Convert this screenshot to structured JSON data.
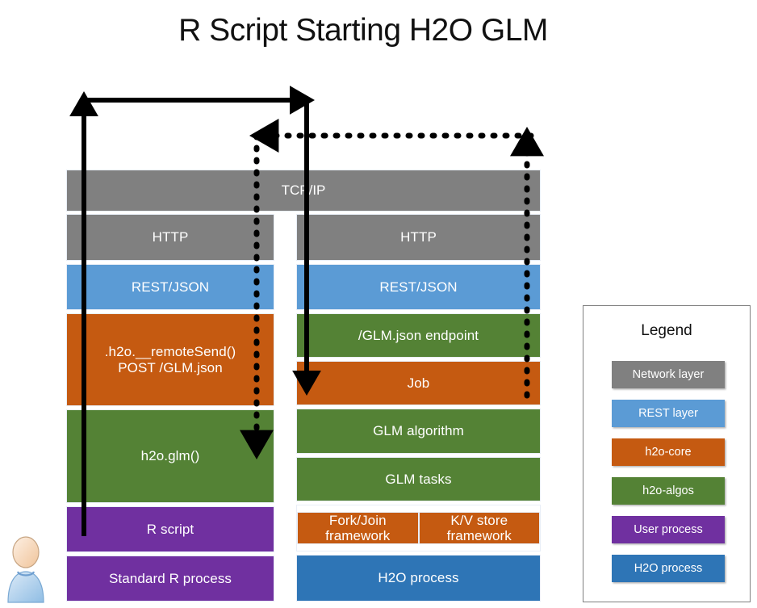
{
  "title": "R Script Starting H2O GLM",
  "colors": {
    "network_layer": "#808080",
    "rest_layer": "#5B9BD5",
    "h2o_core": "#C55A11",
    "h2o_algos": "#548235",
    "user_process": "#7030A0",
    "h2o_process": "#2E75B6",
    "arrow": "#000000",
    "band_border": "#E8EEF7",
    "legend_border": "#808080",
    "background": "#FFFFFF",
    "title_text": "#111111",
    "band_text": "#FFFFFF"
  },
  "shared_bar": {
    "label": "TCP/IP",
    "color_key": "network_layer"
  },
  "left_stack": {
    "name": "Standard R process stack",
    "bands": [
      {
        "label": "HTTP",
        "color_key": "network_layer"
      },
      {
        "label": "REST/JSON",
        "color_key": "rest_layer"
      },
      {
        "label": ".h2o.__remoteSend()\nPOST /GLM.json",
        "color_key": "h2o_core"
      },
      {
        "label": "h2o.glm()",
        "color_key": "h2o_algos"
      },
      {
        "label": "R script",
        "color_key": "user_process"
      },
      {
        "label": "Standard R process",
        "color_key": "user_process"
      }
    ]
  },
  "right_stack": {
    "name": "H2O process stack",
    "bands": [
      {
        "label": "HTTP",
        "color_key": "network_layer"
      },
      {
        "label": "REST/JSON",
        "color_key": "rest_layer"
      },
      {
        "label": "/GLM.json endpoint",
        "color_key": "h2o_algos"
      },
      {
        "label": "Job",
        "color_key": "h2o_core"
      },
      {
        "label": "GLM algorithm",
        "color_key": "h2o_algos"
      },
      {
        "label": "GLM tasks",
        "color_key": "h2o_algos"
      },
      {
        "label": "Fork/Join\nframework",
        "label2": "K/V store\nframework",
        "color_key": "h2o_core",
        "split": true
      },
      {
        "label": "H2O process",
        "color_key": "h2o_process"
      }
    ]
  },
  "legend": {
    "title": "Legend",
    "items": [
      {
        "label": "Network layer",
        "color_key": "network_layer"
      },
      {
        "label": "REST layer",
        "color_key": "rest_layer"
      },
      {
        "label": "h2o-core",
        "color_key": "h2o_core"
      },
      {
        "label": "h2o-algos",
        "color_key": "h2o_algos"
      },
      {
        "label": "User process",
        "color_key": "user_process"
      },
      {
        "label": "H2O process",
        "color_key": "h2o_process"
      }
    ]
  },
  "flow": {
    "request_arrow": "solid up-and-over from R script to H2O process",
    "response_arrow": "dashed up-and-over from H2O process back to R client"
  },
  "icons": {
    "user": "user-avatar-icon"
  }
}
